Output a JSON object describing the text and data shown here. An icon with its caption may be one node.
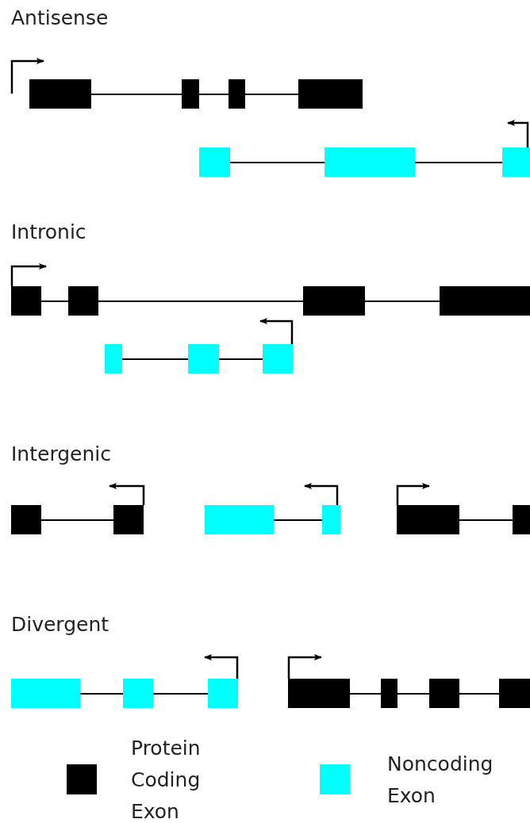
{
  "diagram": {
    "labels": [
      "Antisense",
      "Intronic",
      "Intergenic",
      "Divergent"
    ],
    "legend": [
      {
        "text": "Protein Coding Exon",
        "color": "#000000"
      },
      {
        "text": "Noncoding Exon",
        "color": "#00ffff"
      }
    ]
  }
}
